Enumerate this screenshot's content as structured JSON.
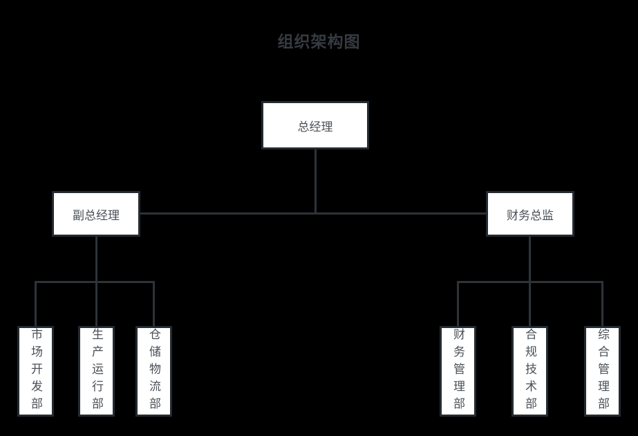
{
  "diagram": {
    "title": "组织架构图",
    "nodes": {
      "general_manager": {
        "label": "总经理"
      },
      "deputy_general_manager": {
        "label": "副总经理"
      },
      "finance_director": {
        "label": "财务总监"
      },
      "market_development": {
        "label": "市场开发部"
      },
      "production_operation": {
        "label": "生产运行部"
      },
      "warehouse_logistics": {
        "label": "仓储物流部"
      },
      "finance_management": {
        "label": "财务管理部"
      },
      "compliance_technology": {
        "label": "合规技术部"
      },
      "general_administration": {
        "label": "综合管理部"
      }
    },
    "edges": [
      {
        "from": "总经理",
        "to": "副总经理"
      },
      {
        "from": "总经理",
        "to": "财务总监"
      },
      {
        "from": "副总经理",
        "to": "市场开发部"
      },
      {
        "from": "副总经理",
        "to": "生产运行部"
      },
      {
        "from": "副总经理",
        "to": "仓储物流部"
      },
      {
        "from": "财务总监",
        "to": "财务管理部"
      },
      {
        "from": "财务总监",
        "to": "合规技术部"
      },
      {
        "from": "财务总监",
        "to": "综合管理部"
      }
    ],
    "colors": {
      "background": "#000000",
      "node_fill": "#ffffff",
      "node_border": "#242a31",
      "connector": "#2e3338",
      "node_text": "#4a4f55",
      "title_text": "#363b42"
    }
  }
}
